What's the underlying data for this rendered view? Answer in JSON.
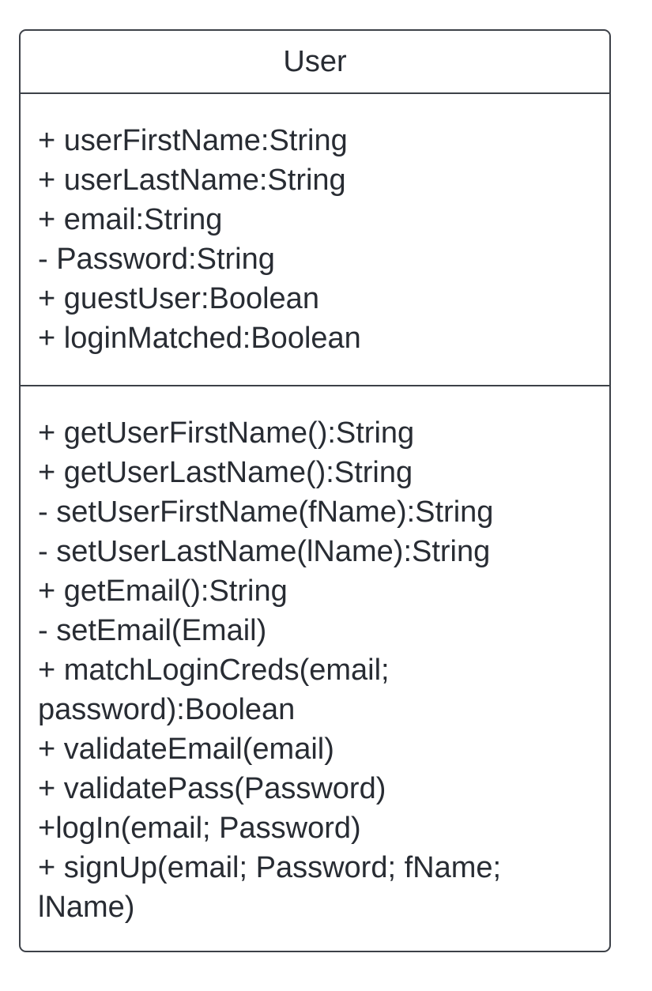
{
  "uml_class": {
    "name": "User",
    "attributes": [
      "+ userFirstName:String",
      "+ userLastName:String",
      "+ email:String",
      "- Password:String",
      "+ guestUser:Boolean",
      "+ loginMatched:Boolean"
    ],
    "operations": [
      "+ getUserFirstName():String",
      "+ getUserLastName():String",
      "- setUserFirstName(fName):String",
      "- setUserLastName(lName):String",
      "+ getEmail():String",
      "- setEmail(Email)",
      "+ matchLoginCreds(email;",
      "password):Boolean",
      "+ validateEmail(email)",
      "+ validatePass(Password)",
      "+logIn(email; Password)",
      "+ signUp(email; Password; fName;",
      "lName)"
    ]
  },
  "colors": {
    "border": "#3d4148",
    "text": "#282c33",
    "background": "#ffffff"
  }
}
